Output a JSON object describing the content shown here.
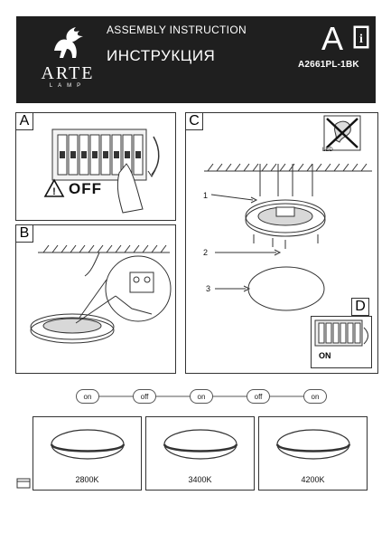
{
  "header": {
    "brand": "ARTE",
    "brand_sub": "LAMP",
    "title_en": "ASSEMBLY INSTRUCTION",
    "title_ru": "ИНСТРУКЦИЯ",
    "letter": "A",
    "model": "A2661PL-1BK"
  },
  "panels": {
    "a": {
      "label": "A",
      "off_text": "OFF"
    },
    "b": {
      "label": "B"
    },
    "c": {
      "label": "C",
      "callout_1": "1",
      "callout_2": "2",
      "callout_3": "3",
      "led_text": "LED"
    },
    "d": {
      "label": "D",
      "on_text": "ON"
    }
  },
  "switch_sequence": [
    "on",
    "off",
    "on",
    "off",
    "on"
  ],
  "color_temps": [
    "2800K",
    "3400K",
    "4200K"
  ],
  "icons": {
    "warning": "warning-triangle-icon",
    "book": "book-info-icon",
    "page": "page-icon",
    "logo": "griffin-logo-icon"
  },
  "colors": {
    "header_bg": "#1f1f1f",
    "line": "#333333",
    "text": "#111111"
  }
}
